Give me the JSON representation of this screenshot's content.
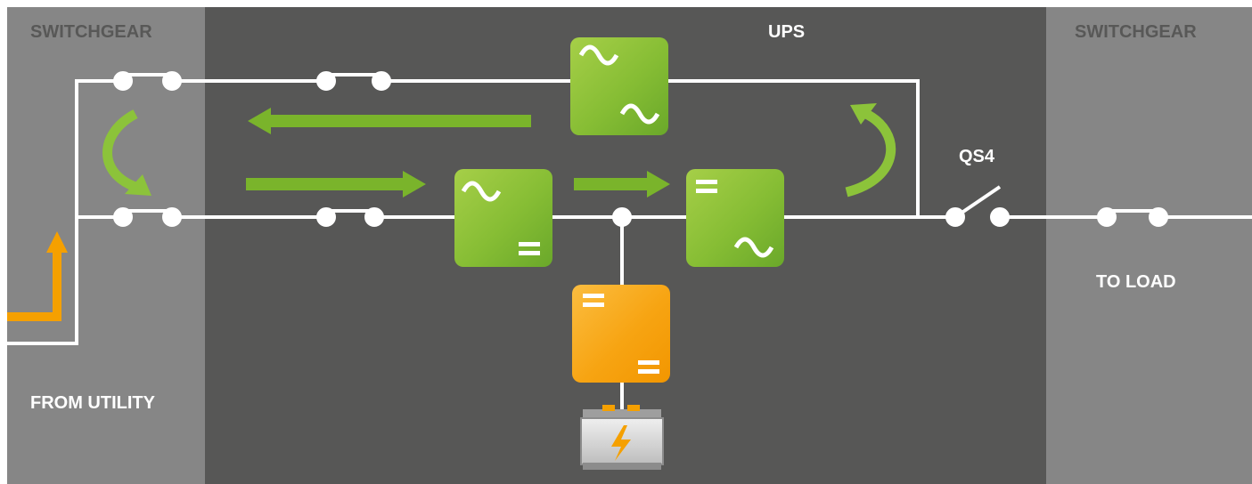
{
  "labels": {
    "switchgear_left": "SWITCHGEAR",
    "ups": "UPS",
    "switchgear_right": "SWITCHGEAR",
    "qs4": "QS4",
    "to_load": "TO LOAD",
    "from_utility": "FROM UTILITY"
  },
  "colors": {
    "switchgear_bg": "#868686",
    "ups_bg": "#575756",
    "line": "#ffffff",
    "green": "#7ab42b",
    "green_light": "#a8cf4a",
    "orange": "#f5a000",
    "orange_light": "#fbbd40"
  },
  "icons": {
    "ac_symbol": "sine-wave-icon",
    "dc_symbol": "dc-equals-icon",
    "battery": "battery-icon"
  }
}
